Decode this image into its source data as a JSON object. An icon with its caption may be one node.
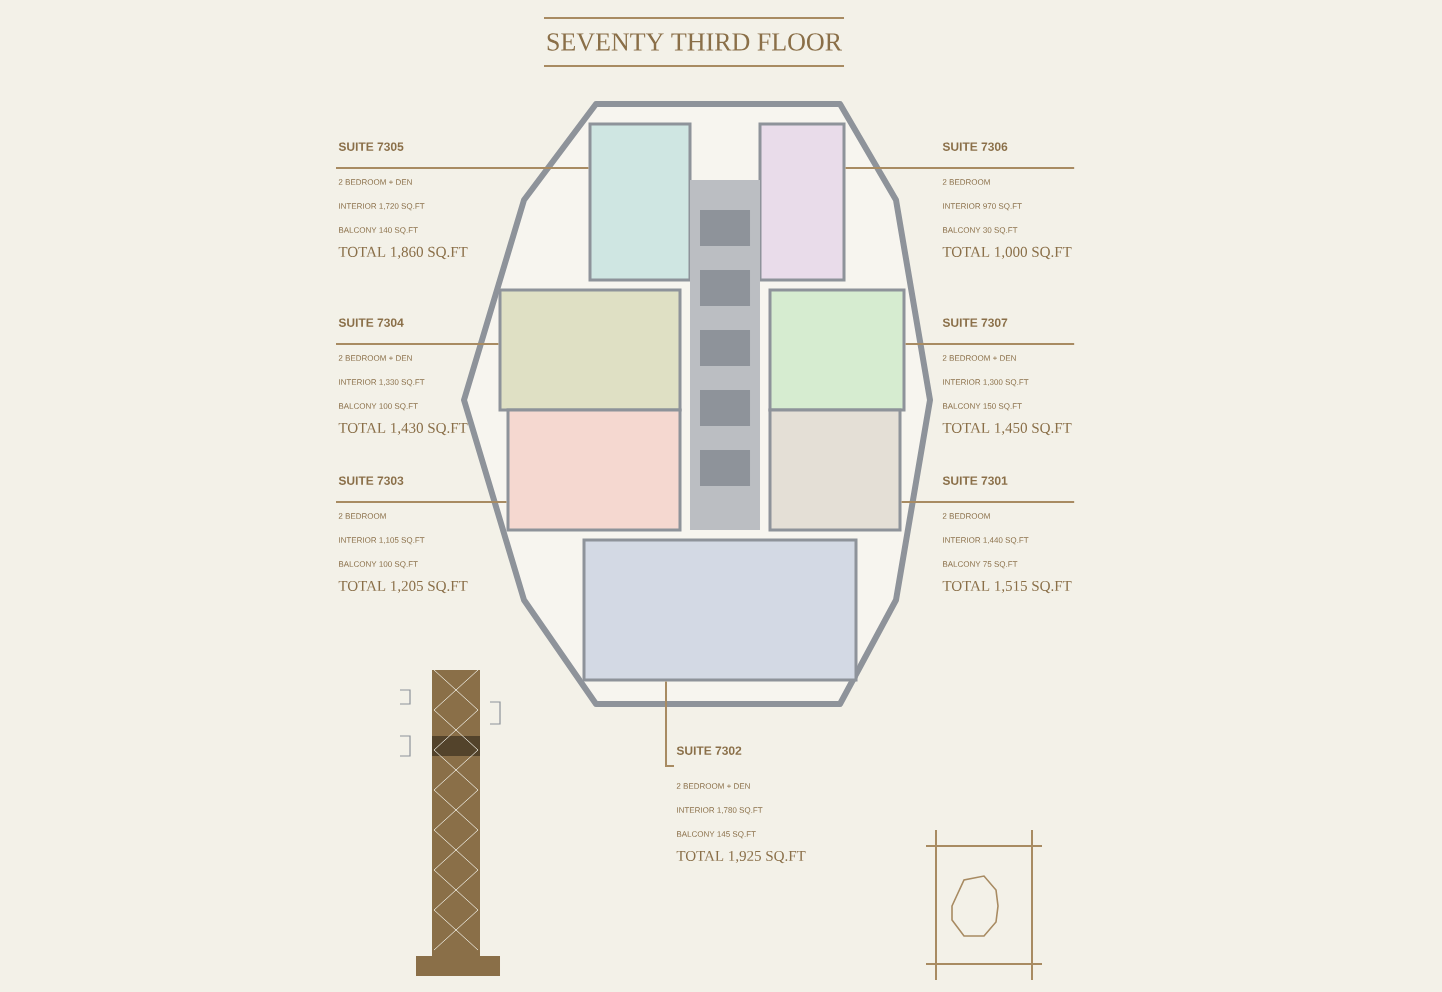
{
  "diagram": {
    "title": "SEVENTY THIRD FLOOR",
    "nodes": [
      {
        "text": [
          "SUITE 7305",
          "2 BEDROOM + DEN",
          "INTERIOR 1,720 SQ.FT",
          "BALCONY 140 SQ.FT",
          "TOTAL 1,860 SQ.FT"
        ]
      },
      {
        "text": [
          "SUITE 7304",
          "2 BEDROOM + DEN",
          "INTERIOR 1,330 SQ.FT",
          "BALCONY 100 SQ.FT",
          "TOTAL 1,430 SQ.FT"
        ]
      },
      {
        "text": [
          "SUITE 7303",
          "2 BEDROOM",
          "INTERIOR 1,105 SQ.FT",
          "BALCONY 100 SQ.FT",
          "TOTAL 1,205 SQ.FT"
        ]
      },
      {
        "text": [
          "SUITE 7306",
          "2 BEDROOM",
          "INTERIOR 970 SQ.FT",
          "BALCONY 30 SQ.FT",
          "TOTAL 1,000 SQ.FT"
        ]
      },
      {
        "text": [
          "SUITE 7307",
          "2 BEDROOM + DEN",
          "INTERIOR 1,300 SQ.FT",
          "BALCONY 150 SQ.FT",
          "TOTAL 1,450 SQ.FT"
        ]
      },
      {
        "text": [
          "SUITE 7301",
          "2 BEDROOM",
          "INTERIOR 1,440 SQ.FT",
          "BALCONY 75 SQ.FT",
          "TOTAL 1,515 SQ.FT"
        ]
      },
      {
        "text": [
          "SUITE 7302",
          "2 BEDROOM + DEN",
          "INTERIOR 1,780 SQ.FT",
          "BALCONY 145 SQ.FT",
          "TOTAL 1,925 SQ.FT"
        ]
      },
      {
        "text": [],
        "shape": "octagon"
      },
      {
        "text": [],
        "shape": "box",
        "in": 7
      },
      {
        "text": [],
        "shape": "box",
        "in": 7
      },
      {
        "text": [],
        "shape": "box",
        "in": 7
      },
      {
        "text": [],
        "shape": "box",
        "in": 7
      },
      {
        "text": [],
        "shape": "box",
        "in": 7
      },
      {
        "text": [],
        "shape": "box",
        "in": 7
      },
      {
        "text": [],
        "shape": "box",
        "in": 7
      }
    ],
    "edges": [
      {
        "from": 0,
        "to": 8,
        "arrow": "none"
      },
      {
        "from": 3,
        "to": 9,
        "arrow": "none"
      },
      {
        "from": 1,
        "to": 10,
        "arrow": "none"
      },
      {
        "from": 4,
        "to": 11,
        "arrow": "none"
      },
      {
        "from": 2,
        "to": 12,
        "arrow": "none"
      },
      {
        "from": 5,
        "to": 13,
        "arrow": "none"
      },
      {
        "from": 6,
        "to": 14,
        "arrow": "none"
      }
    ]
  }
}
